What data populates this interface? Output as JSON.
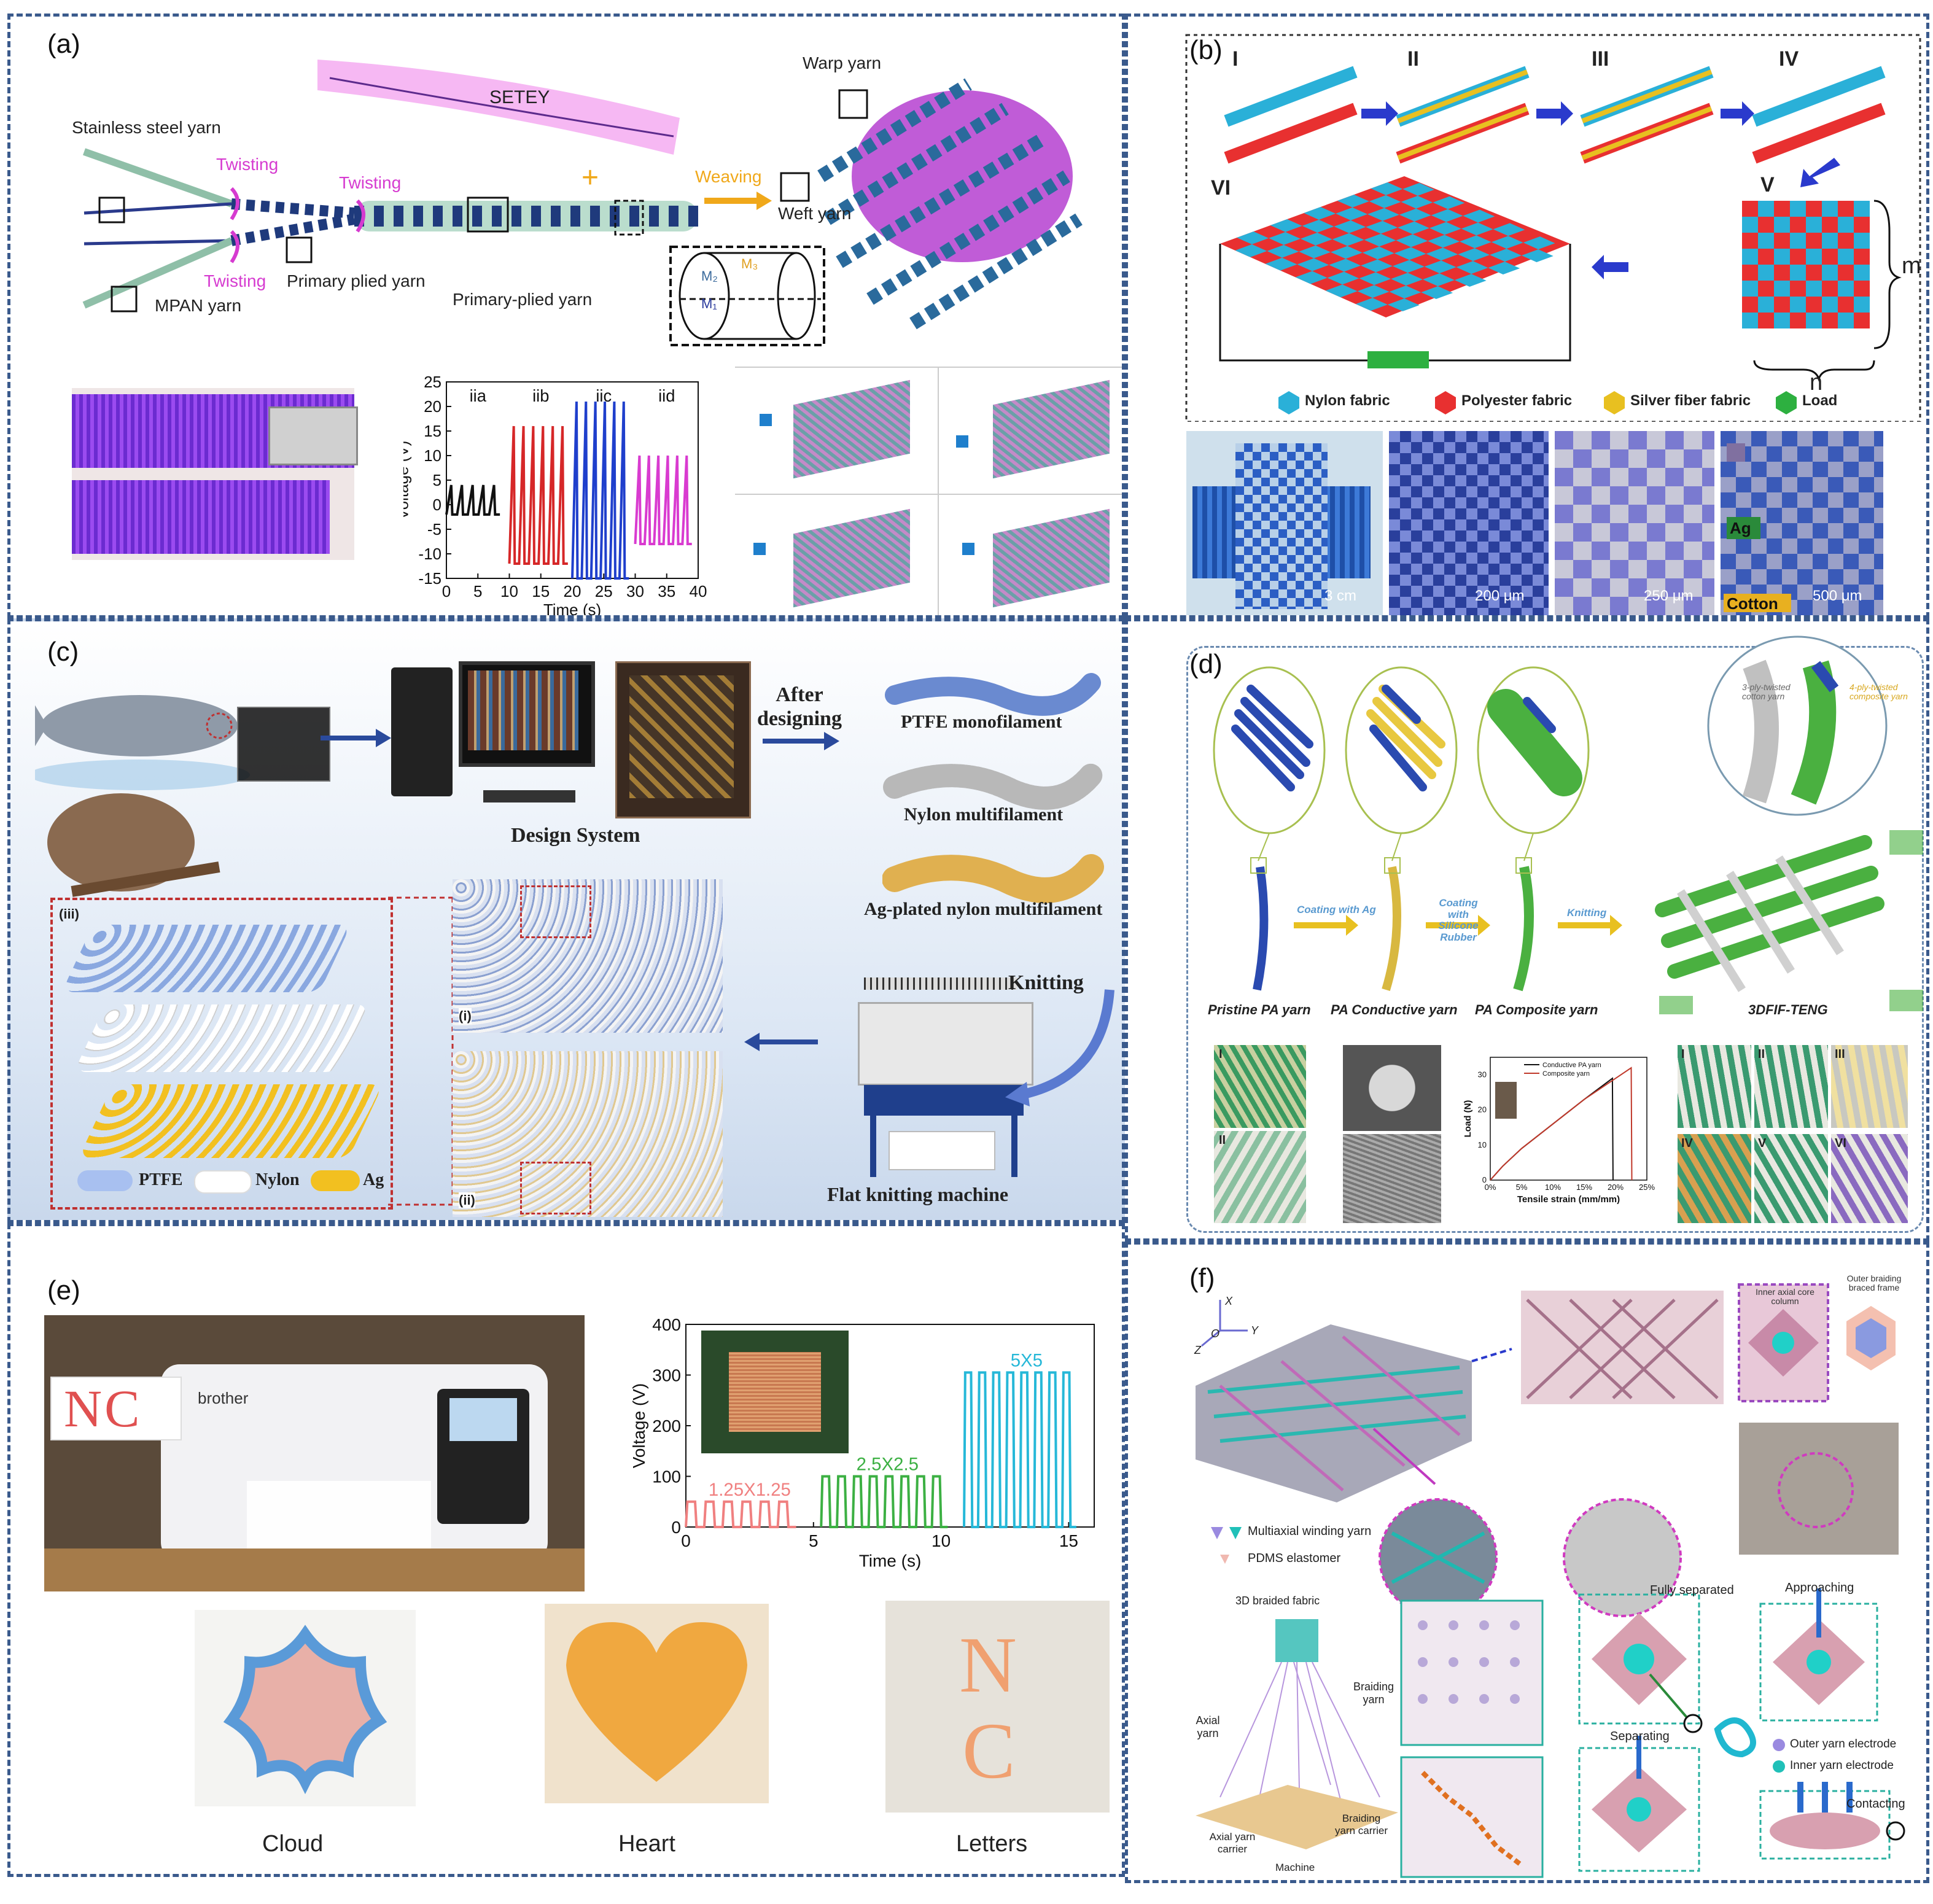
{
  "panels": {
    "a": {
      "label": "(a)",
      "setey": "SETEY",
      "stainless": "Stainless steel yarn",
      "twisting": "Twisting",
      "mpan": "MPAN yarn",
      "primary_plied": "Primary plied yarn",
      "primary_plied2": "Primary-plied yarn",
      "weaving": "Weaving",
      "warp": "Warp yarn",
      "weft": "Weft yarn",
      "m1": "M₁",
      "m2": "M₂",
      "m3": "M₃",
      "plus": "+"
    },
    "b": {
      "label": "(b)",
      "steps": [
        "I",
        "II",
        "III",
        "IV",
        "V",
        "VI"
      ],
      "m": "m",
      "n": "n",
      "legend": [
        "Nylon fabric",
        "Polyester fabric",
        "Silver fiber fabric",
        "Load"
      ],
      "scales": [
        "3 cm",
        "200 μm",
        "250 μm",
        "500 μm"
      ],
      "ag": "Ag",
      "cotton": "Cotton"
    },
    "c": {
      "label": "(c)",
      "design_system": "Design System",
      "after_designing": "After designing",
      "ptfe_mono": "PTFE monofilament",
      "nylon_multi": "Nylon multifilament",
      "ag_plated": "Ag-plated nylon multifilament",
      "knitting": "Knitting",
      "flat_knitting": "Flat knitting machine",
      "i": "(i)",
      "ii": "(ii)",
      "iii": "(iii)",
      "legend": [
        "PTFE",
        "Nylon",
        "Ag"
      ]
    },
    "d": {
      "label": "(d)",
      "arrows": [
        "Coating with Ag",
        "Coating with Silicone Rubber",
        "Knitting"
      ],
      "yarns": [
        "Pristine PA yarn",
        "PA Conductive yarn",
        "PA Composite yarn",
        "3DFIF-TENG"
      ],
      "cotton": "3-ply-twisted cotton yarn",
      "composite": "4-ply-twisted composite yarn",
      "roman": [
        "I",
        "II",
        "III",
        "IV",
        "V",
        "VI"
      ]
    },
    "e": {
      "label": "(e)",
      "nc": "NC",
      "brand": "brother",
      "captions": [
        "Cloud",
        "Heart",
        "Letters"
      ]
    },
    "f": {
      "label": "(f)",
      "legend1": "Multiaxial winding yarn",
      "legend2": "PDMS elastomer",
      "inner_core": "Inner axial core column",
      "outer_braid": "Outer braiding braced frame",
      "braided_fabric": "3D braided fabric",
      "braiding_yarn": "Braiding yarn",
      "axial_yarn": "Axial yarn",
      "axial_carrier": "Axial yarn carrier",
      "braiding_carrier": "Braiding yarn carrier",
      "machine": "Machine",
      "fully_separated": "Fully separated",
      "approaching": "Approaching",
      "separating": "Separating",
      "contacting": "Contacting",
      "outer_electrode": "Outer yarn electrode",
      "inner_electrode": "Inner yarn electrode",
      "axes": [
        "X",
        "Y",
        "Z",
        "O"
      ]
    }
  },
  "chart_data": [
    {
      "type": "line",
      "panel": "a",
      "xlabel": "Time (s)",
      "ylabel": "Voltage (V)",
      "xlim": [
        0,
        40
      ],
      "ylim": [
        -15,
        25
      ],
      "xticks": [
        0,
        5,
        10,
        15,
        20,
        25,
        30,
        35,
        40
      ],
      "yticks": [
        -15,
        -10,
        -5,
        0,
        5,
        10,
        15,
        20,
        25
      ],
      "segment_labels": [
        "iia",
        "iib",
        "iic",
        "iid"
      ],
      "segments": [
        {
          "name": "iia",
          "color": "#111111",
          "x_start": 0,
          "x_end": 10,
          "period": 1.7,
          "max": 4,
          "min": -2
        },
        {
          "name": "iib",
          "color": "#d62728",
          "x_start": 10,
          "x_end": 20,
          "period": 1.55,
          "max": 16,
          "min": -12
        },
        {
          "name": "iic",
          "color": "#1f3fcc",
          "x_start": 20,
          "x_end": 30,
          "period": 1.5,
          "max": 21,
          "min": -15
        },
        {
          "name": "iid",
          "color": "#d93bd0",
          "x_start": 30,
          "x_end": 40,
          "period": 1.5,
          "max": 10,
          "min": -8
        }
      ]
    },
    {
      "type": "line",
      "panel": "e",
      "xlabel": "Time (s)",
      "ylabel": "Voltage (V)",
      "xlim": [
        0,
        16
      ],
      "ylim": [
        0,
        400
      ],
      "xticks": [
        0,
        5,
        10,
        15
      ],
      "yticks": [
        0,
        100,
        200,
        300,
        400
      ],
      "segment_labels": [
        "1.25X1.25",
        "2.5X2.5",
        "5X5"
      ],
      "segments": [
        {
          "name": "1.25X1.25",
          "color": "#f08080",
          "x_start": 0,
          "x_end": 5,
          "period": 0.72,
          "max": 50,
          "min": 0
        },
        {
          "name": "2.5X2.5",
          "color": "#3cb043",
          "x_start": 5.3,
          "x_end": 10.5,
          "period": 0.62,
          "max": 100,
          "min": 0
        },
        {
          "name": "5X5",
          "color": "#26b8d8",
          "x_start": 10.9,
          "x_end": 15.8,
          "period": 0.55,
          "max": 305,
          "min": 0
        }
      ]
    },
    {
      "type": "line",
      "panel": "d",
      "xlabel": "Tensile strain (mm/mm)",
      "ylabel": "Load (N)",
      "xlim": [
        0,
        25
      ],
      "ylim": [
        0,
        35
      ],
      "xticks": [
        "0%",
        "5%",
        "10%",
        "15%",
        "20%",
        "25%"
      ],
      "yticks": [
        0,
        10,
        20,
        30
      ],
      "series": [
        {
          "name": "Conductive PA yarn",
          "color": "#111111",
          "points": [
            [
              0,
              0
            ],
            [
              2,
              4
            ],
            [
              5,
              9
            ],
            [
              10,
              16
            ],
            [
              15,
              23
            ],
            [
              19.5,
              29
            ],
            [
              19.6,
              0
            ]
          ]
        },
        {
          "name": "Composite yarn",
          "color": "#c0392b",
          "points": [
            [
              0,
              0
            ],
            [
              2,
              4
            ],
            [
              5,
              9
            ],
            [
              10,
              16
            ],
            [
              15,
              23
            ],
            [
              20,
              29
            ],
            [
              22.5,
              32
            ],
            [
              22.6,
              0
            ]
          ]
        }
      ]
    }
  ]
}
